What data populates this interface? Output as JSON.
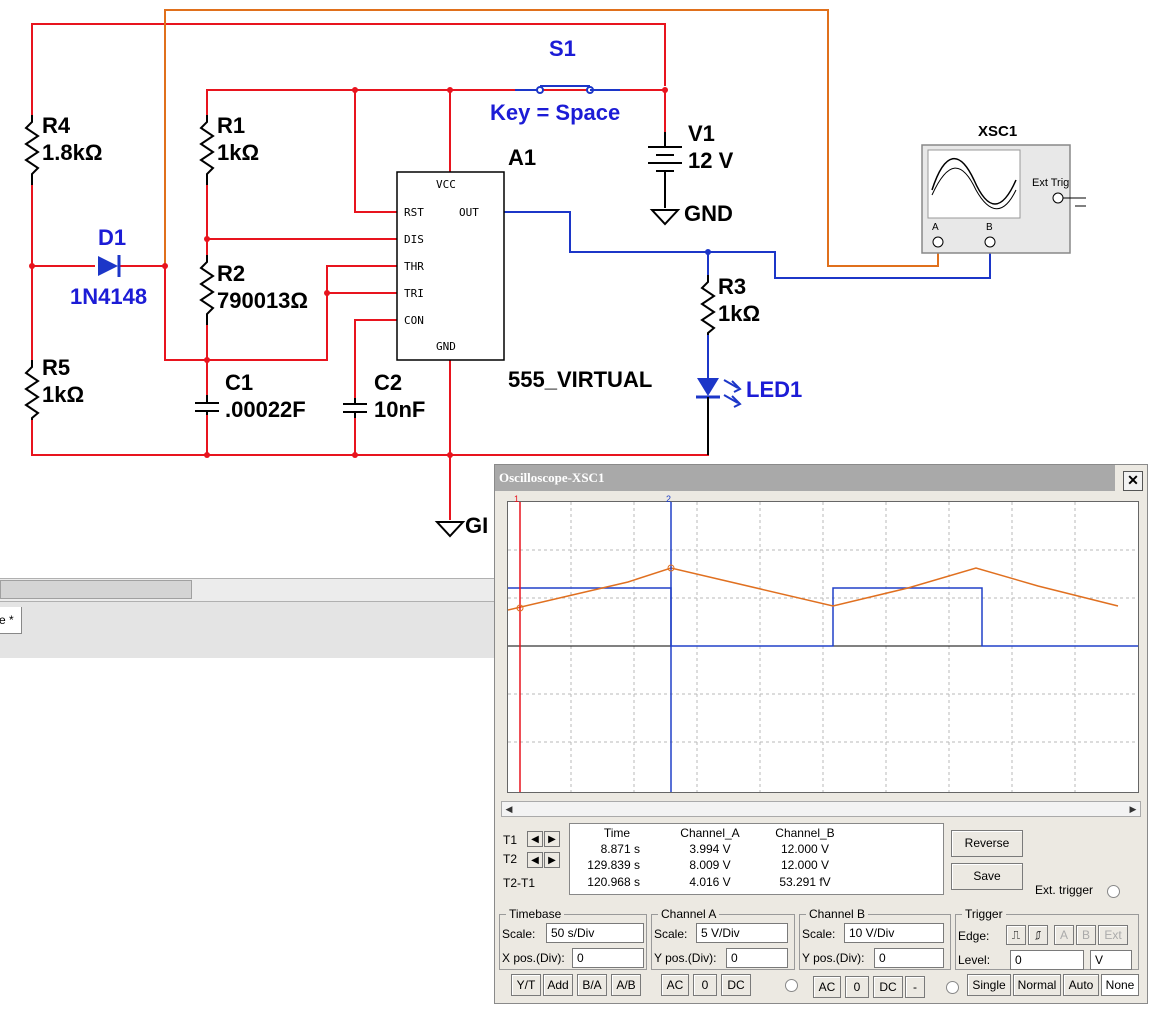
{
  "schematic": {
    "components": {
      "r4": {
        "name": "R4",
        "value": "1.8kΩ"
      },
      "r1": {
        "name": "R1",
        "value": "1kΩ"
      },
      "r2": {
        "name": "R2",
        "value": "790013Ω"
      },
      "r5": {
        "name": "R5",
        "value": "1kΩ"
      },
      "r3": {
        "name": "R3",
        "value": "1kΩ"
      },
      "d1": {
        "name": "D1",
        "model": "1N4148"
      },
      "c1": {
        "name": "C1",
        "value": ".00022F"
      },
      "c2": {
        "name": "C2",
        "value": "10nF"
      },
      "s1": {
        "name": "S1",
        "key": "Key = Space"
      },
      "v1": {
        "name": "V1",
        "value": "12 V"
      },
      "gnd_top": "GND",
      "gnd_bottom": "GI",
      "a1": {
        "name": "A1",
        "model": "555_VIRTUAL",
        "pins": [
          "VCC",
          "RST",
          "OUT",
          "DIS",
          "THR",
          "TRI",
          "CON",
          "GND"
        ]
      },
      "led1": "LED1",
      "xsc1": {
        "name": "XSC1",
        "ext_trig": "Ext Trig",
        "ch_a": "A",
        "ch_b": "B"
      }
    },
    "colors": {
      "red_wire": "#e8141e",
      "blue_wire": "#1c36c8",
      "orange_wire": "#e0701c"
    }
  },
  "editor": {
    "tab_label": "e *"
  },
  "oscilloscope": {
    "title": "Oscilloscope-XSC1",
    "close": "✕",
    "cursor_1": "1",
    "cursor_2": "2",
    "trace_colors": {
      "channel_a": "#e07020",
      "channel_b": "#2040c8"
    },
    "readout": {
      "headers": [
        "Time",
        "Channel_A",
        "Channel_B"
      ],
      "rows": [
        {
          "label": "T1",
          "time": "8.871 s",
          "a": "3.994 V",
          "b": "12.000 V"
        },
        {
          "label": "T2",
          "time": "129.839 s",
          "a": "8.009 V",
          "b": "12.000 V"
        },
        {
          "label": "T2-T1",
          "time": "120.968 s",
          "a": "4.016 V",
          "b": "53.291 fV"
        }
      ]
    },
    "buttons": {
      "reverse": "Reverse",
      "save": "Save",
      "ext_trigger": "Ext. trigger"
    },
    "timebase": {
      "title": "Timebase",
      "scale_label": "Scale:",
      "scale": "50  s/Div",
      "xpos_label": "X pos.(Div):",
      "xpos": "0",
      "modes": [
        "Y/T",
        "Add",
        "B/A",
        "A/B"
      ]
    },
    "channel_a": {
      "title": "Channel A",
      "scale_label": "Scale:",
      "scale": "5  V/Div",
      "ypos_label": "Y pos.(Div):",
      "ypos": "0",
      "coupling": [
        "AC",
        "0",
        "DC"
      ]
    },
    "channel_b": {
      "title": "Channel B",
      "scale_label": "Scale:",
      "scale": "10  V/Div",
      "ypos_label": "Y pos.(Div):",
      "ypos": "0",
      "coupling": [
        "AC",
        "0",
        "DC",
        "-"
      ]
    },
    "trigger": {
      "title": "Trigger",
      "edge_label": "Edge:",
      "edges": [
        "A",
        "B",
        "Ext"
      ],
      "level_label": "Level:",
      "level": "0",
      "level_unit": "V",
      "modes": [
        "Single",
        "Normal",
        "Auto",
        "None"
      ]
    }
  }
}
